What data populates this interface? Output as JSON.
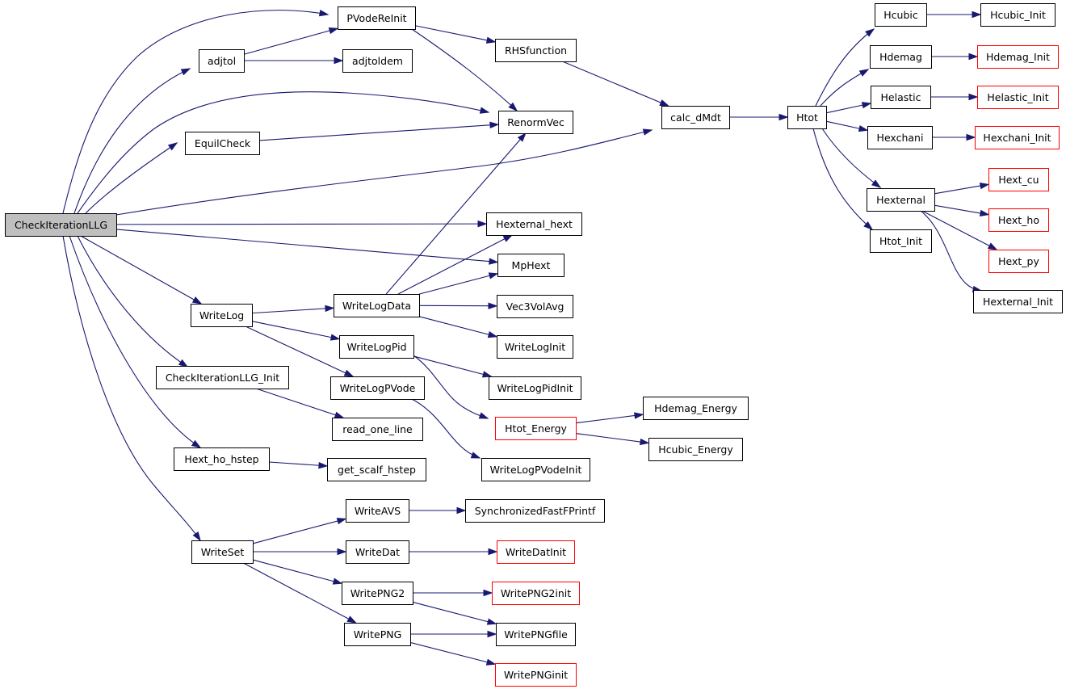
{
  "colors": {
    "edge": "#191970",
    "node_border": "#000000",
    "truncated_border": "#ff0000",
    "root_fill": "#bfbfbf",
    "background": "#ffffff"
  },
  "nodes": [
    {
      "id": "n0",
      "label": "CheckIterationLLG",
      "kind": "root"
    },
    {
      "id": "n1",
      "label": "adjtol",
      "kind": "normal"
    },
    {
      "id": "n2",
      "label": "PVodeReInit",
      "kind": "normal"
    },
    {
      "id": "n3",
      "label": "adjtoldem",
      "kind": "normal"
    },
    {
      "id": "n4",
      "label": "RHSfunction",
      "kind": "normal"
    },
    {
      "id": "n5",
      "label": "RenormVec",
      "kind": "normal"
    },
    {
      "id": "n6",
      "label": "EquilCheck",
      "kind": "normal"
    },
    {
      "id": "n7",
      "label": "calc_dMdt",
      "kind": "normal"
    },
    {
      "id": "n8",
      "label": "Htot",
      "kind": "normal"
    },
    {
      "id": "n9",
      "label": "Hcubic",
      "kind": "normal"
    },
    {
      "id": "n10",
      "label": "Hcubic_Init",
      "kind": "normal"
    },
    {
      "id": "n11",
      "label": "Hdemag",
      "kind": "normal"
    },
    {
      "id": "n12",
      "label": "Hdemag_Init",
      "kind": "truncated"
    },
    {
      "id": "n13",
      "label": "Helastic",
      "kind": "normal"
    },
    {
      "id": "n14",
      "label": "Helastic_Init",
      "kind": "truncated"
    },
    {
      "id": "n15",
      "label": "Hexchani",
      "kind": "normal"
    },
    {
      "id": "n16",
      "label": "Hexchani_Init",
      "kind": "truncated"
    },
    {
      "id": "n17",
      "label": "Hexternal",
      "kind": "normal"
    },
    {
      "id": "n18",
      "label": "Hext_cu",
      "kind": "truncated"
    },
    {
      "id": "n19",
      "label": "Hext_ho",
      "kind": "truncated"
    },
    {
      "id": "n20",
      "label": "Hext_py",
      "kind": "truncated"
    },
    {
      "id": "n21",
      "label": "Hexternal_Init",
      "kind": "normal"
    },
    {
      "id": "n22",
      "label": "Htot_Init",
      "kind": "normal"
    },
    {
      "id": "n23",
      "label": "Hexternal_hext",
      "kind": "normal"
    },
    {
      "id": "n24",
      "label": "MpHext",
      "kind": "normal"
    },
    {
      "id": "n25",
      "label": "WriteLog",
      "kind": "normal"
    },
    {
      "id": "n26",
      "label": "WriteLogData",
      "kind": "normal"
    },
    {
      "id": "n27",
      "label": "Vec3VolAvg",
      "kind": "normal"
    },
    {
      "id": "n28",
      "label": "WriteLogInit",
      "kind": "normal"
    },
    {
      "id": "n29",
      "label": "WriteLogPid",
      "kind": "normal"
    },
    {
      "id": "n30",
      "label": "WriteLogPidInit",
      "kind": "normal"
    },
    {
      "id": "n31",
      "label": "Htot_Energy",
      "kind": "truncated"
    },
    {
      "id": "n32",
      "label": "Hdemag_Energy",
      "kind": "normal"
    },
    {
      "id": "n33",
      "label": "Hcubic_Energy",
      "kind": "normal"
    },
    {
      "id": "n34",
      "label": "WriteLogPVode",
      "kind": "normal"
    },
    {
      "id": "n35",
      "label": "WriteLogPVodeInit",
      "kind": "normal"
    },
    {
      "id": "n36",
      "label": "CheckIterationLLG_Init",
      "kind": "normal"
    },
    {
      "id": "n37",
      "label": "read_one_line",
      "kind": "normal"
    },
    {
      "id": "n38",
      "label": "Hext_ho_hstep",
      "kind": "normal"
    },
    {
      "id": "n39",
      "label": "get_scalf_hstep",
      "kind": "normal"
    },
    {
      "id": "n40",
      "label": "WriteSet",
      "kind": "normal"
    },
    {
      "id": "n41",
      "label": "WriteAVS",
      "kind": "normal"
    },
    {
      "id": "n42",
      "label": "SynchronizedFastFPrintf",
      "kind": "normal"
    },
    {
      "id": "n43",
      "label": "WriteDat",
      "kind": "normal"
    },
    {
      "id": "n44",
      "label": "WriteDatInit",
      "kind": "truncated"
    },
    {
      "id": "n45",
      "label": "WritePNG2",
      "kind": "normal"
    },
    {
      "id": "n46",
      "label": "WritePNG2init",
      "kind": "truncated"
    },
    {
      "id": "n47",
      "label": "WritePNGfile",
      "kind": "normal"
    },
    {
      "id": "n48",
      "label": "WritePNG",
      "kind": "normal"
    },
    {
      "id": "n49",
      "label": "WritePNGinit",
      "kind": "truncated"
    }
  ],
  "edges": [
    [
      "n0",
      "n2"
    ],
    [
      "n0",
      "n1"
    ],
    [
      "n0",
      "n5"
    ],
    [
      "n0",
      "n6"
    ],
    [
      "n0",
      "n7"
    ],
    [
      "n0",
      "n23"
    ],
    [
      "n0",
      "n24"
    ],
    [
      "n0",
      "n25"
    ],
    [
      "n0",
      "n36"
    ],
    [
      "n0",
      "n38"
    ],
    [
      "n0",
      "n40"
    ],
    [
      "n1",
      "n2"
    ],
    [
      "n1",
      "n3"
    ],
    [
      "n2",
      "n4"
    ],
    [
      "n2",
      "n5"
    ],
    [
      "n4",
      "n7"
    ],
    [
      "n6",
      "n5"
    ],
    [
      "n7",
      "n8"
    ],
    [
      "n8",
      "n9"
    ],
    [
      "n8",
      "n11"
    ],
    [
      "n8",
      "n13"
    ],
    [
      "n8",
      "n15"
    ],
    [
      "n8",
      "n17"
    ],
    [
      "n8",
      "n22"
    ],
    [
      "n9",
      "n10"
    ],
    [
      "n11",
      "n12"
    ],
    [
      "n13",
      "n14"
    ],
    [
      "n15",
      "n16"
    ],
    [
      "n17",
      "n18"
    ],
    [
      "n17",
      "n19"
    ],
    [
      "n17",
      "n20"
    ],
    [
      "n17",
      "n21"
    ],
    [
      "n25",
      "n26"
    ],
    [
      "n25",
      "n29"
    ],
    [
      "n25",
      "n34"
    ],
    [
      "n26",
      "n5"
    ],
    [
      "n26",
      "n23"
    ],
    [
      "n26",
      "n24"
    ],
    [
      "n26",
      "n27"
    ],
    [
      "n26",
      "n28"
    ],
    [
      "n29",
      "n30"
    ],
    [
      "n29",
      "n31"
    ],
    [
      "n31",
      "n32"
    ],
    [
      "n31",
      "n33"
    ],
    [
      "n34",
      "n35"
    ],
    [
      "n36",
      "n37"
    ],
    [
      "n38",
      "n39"
    ],
    [
      "n40",
      "n41"
    ],
    [
      "n40",
      "n43"
    ],
    [
      "n40",
      "n45"
    ],
    [
      "n40",
      "n48"
    ],
    [
      "n41",
      "n42"
    ],
    [
      "n43",
      "n44"
    ],
    [
      "n45",
      "n46"
    ],
    [
      "n45",
      "n47"
    ],
    [
      "n48",
      "n47"
    ],
    [
      "n48",
      "n49"
    ]
  ]
}
